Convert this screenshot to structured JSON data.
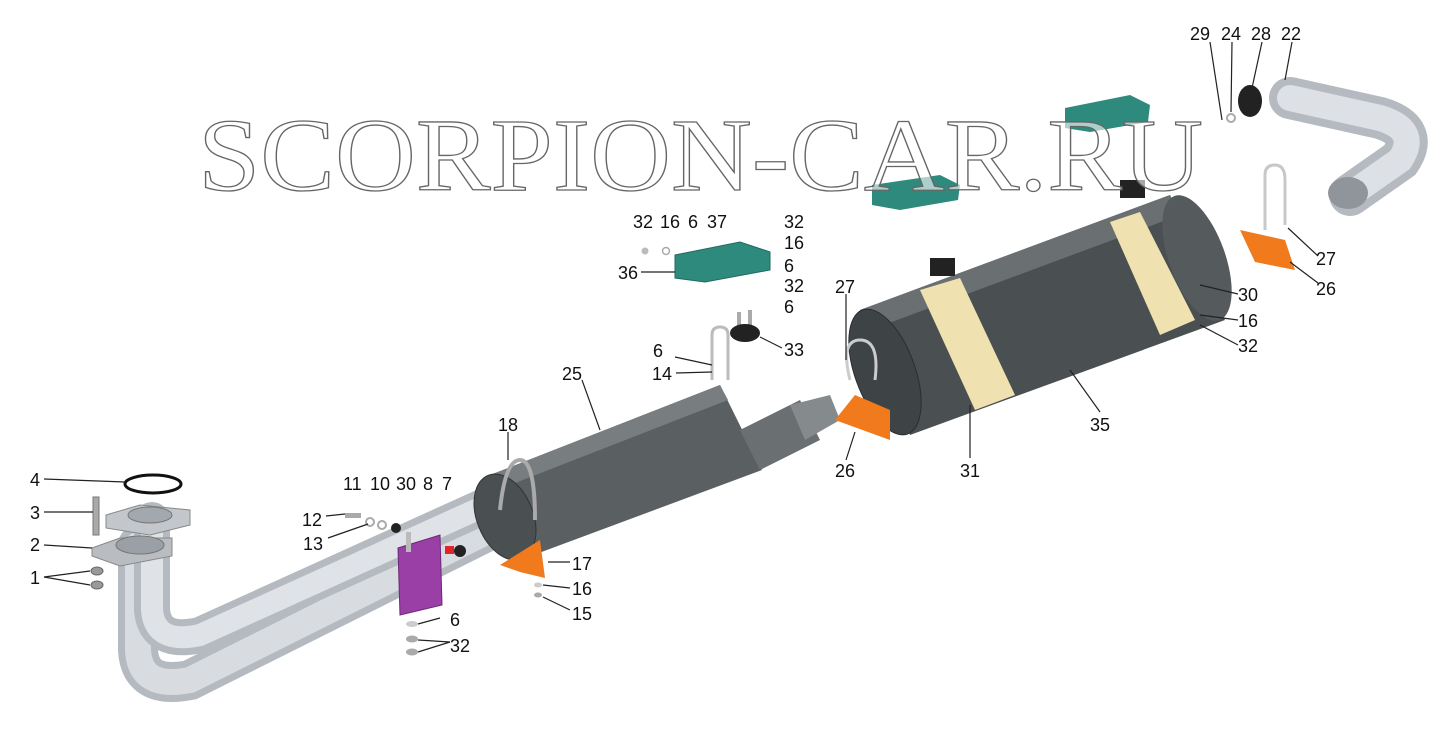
{
  "watermark": "SCORPION-CAR.RU",
  "colors": {
    "pipe": "#c9cdd2",
    "muffler": "#4a4f52",
    "strap": "#f0e2b0",
    "bracket": "#2f8a7e",
    "support": "#f07a1c",
    "clamp_plate": "#9a3fa6",
    "plug": "#e0242a"
  },
  "callouts": {
    "c29": "29",
    "c24": "24",
    "c28": "28",
    "c22": "22",
    "c27a": "27",
    "c26a": "26",
    "c30a": "30",
    "c16a": "16",
    "c32a": "32",
    "c35": "35",
    "c31": "31",
    "c26b": "26",
    "c27b": "27",
    "c32b": "32",
    "c16b": "16",
    "c6a": "6",
    "c37": "37",
    "c32c": "32",
    "c16c": "16",
    "c6b": "6",
    "c32d": "32",
    "c6c": "6",
    "c36": "36",
    "c33": "33",
    "c6d": "6",
    "c14": "14",
    "c25": "25",
    "c18": "18",
    "c17": "17",
    "c16d": "16",
    "c15": "15",
    "c11": "11",
    "c10": "10",
    "c30b": "30",
    "c8": "8",
    "c7": "7",
    "c12": "12",
    "c13": "13",
    "c4": "4",
    "c3": "3",
    "c2": "2",
    "c1": "1",
    "c6e": "6",
    "c32e": "32"
  }
}
